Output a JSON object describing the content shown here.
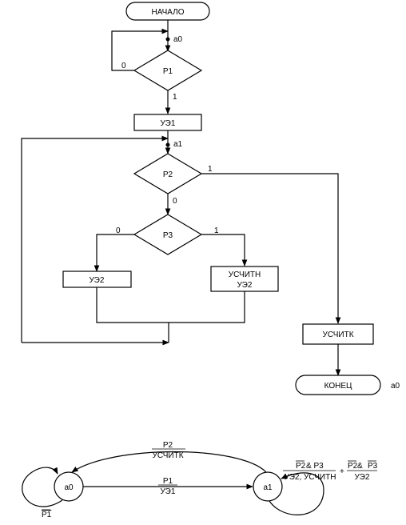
{
  "flowchart": {
    "start": "НАЧАЛО",
    "end": "КОНЕЦ",
    "mark_a0": "a0",
    "mark_a1": "a1",
    "mark_end": "a0",
    "p1": {
      "label": "P1",
      "no": "0",
      "yes": "1"
    },
    "ue1": "УЭ1",
    "p2": {
      "label": "P2",
      "yes": "1",
      "no": "0"
    },
    "p3": {
      "label": "P3",
      "no": "0",
      "yes": "1"
    },
    "ue2": "УЭ2",
    "uschitn_line1": "УСЧИТН",
    "uschitn_line2": "УЭ2",
    "uschitk": "УСЧИТК"
  },
  "state_graph": {
    "a0": "a0",
    "a1": "a1",
    "loop_a0_cond": "P1",
    "edge_a0_a1_cond": "P1",
    "edge_a0_a1_out": "УЭ1",
    "edge_a1_a0_cond": "P2",
    "edge_a1_a0_out": "УСЧИТК",
    "loop_a1_cond1_left": "P2",
    "loop_a1_cond1_amp": "& P3",
    "loop_a1_out1": "УЭ2, УСЧИТН",
    "plus": "+",
    "loop_a1_cond2_left": "P2",
    "loop_a1_cond2_amp": " & ",
    "loop_a1_cond2_right": "P3",
    "loop_a1_out2": "УЭ2"
  }
}
